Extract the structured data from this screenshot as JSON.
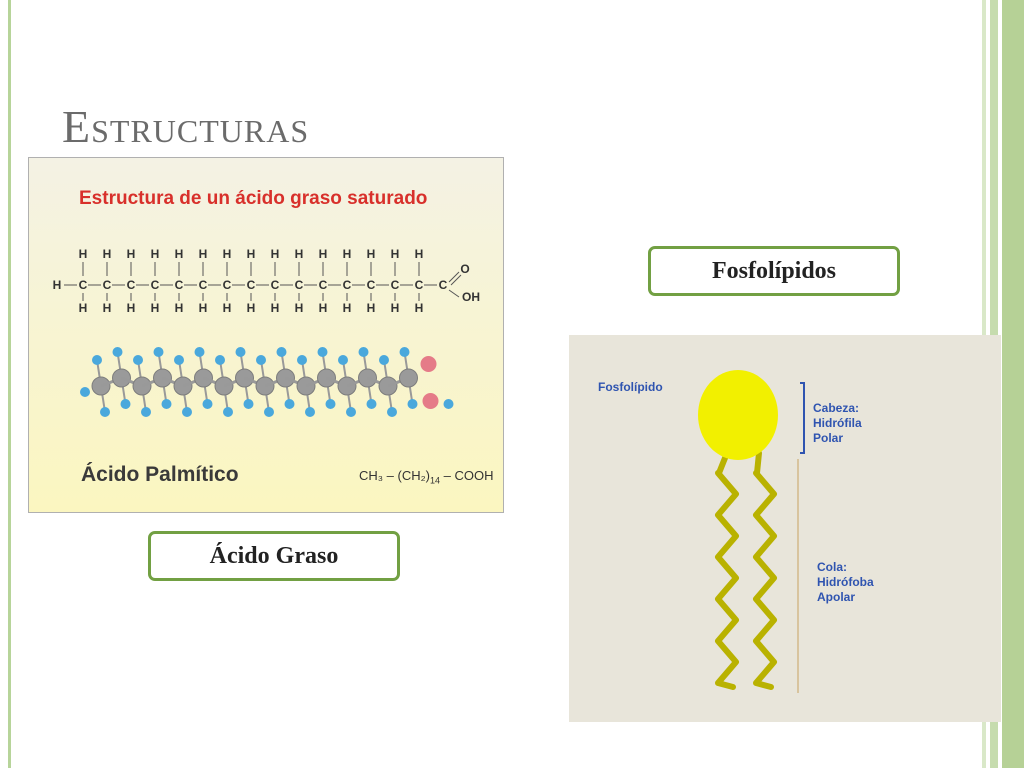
{
  "slide": {
    "title": "Estructuras"
  },
  "fatty_acid_figure": {
    "heading": "Estructura de un ácido graso saturado",
    "compound_name": "Ácido Palmítico",
    "formula_left": "CH₃ – (CH₂)",
    "formula_sub": "14",
    "formula_right": " – COOH",
    "atom_H": "H",
    "atom_C": "C",
    "atom_O": "O",
    "group_OH": "OH",
    "colors": {
      "carbon": "#9a9a9a",
      "hydrogen": "#4aa8dc",
      "oxygen": "#e57b88"
    }
  },
  "labels": {
    "fatty_acid": "Ácido Graso",
    "phospholipids": "Fosfolípidos"
  },
  "phospholipid_figure": {
    "title": "Fosfolípido",
    "head_label": [
      "Cabeza:",
      "Hidrófila",
      "Polar"
    ],
    "tail_label": [
      "Cola:",
      "Hidrófoba",
      "Apolar"
    ],
    "colors": {
      "head": "#f2f000",
      "tail": "#b9b200",
      "text": "#2f54b0"
    }
  }
}
